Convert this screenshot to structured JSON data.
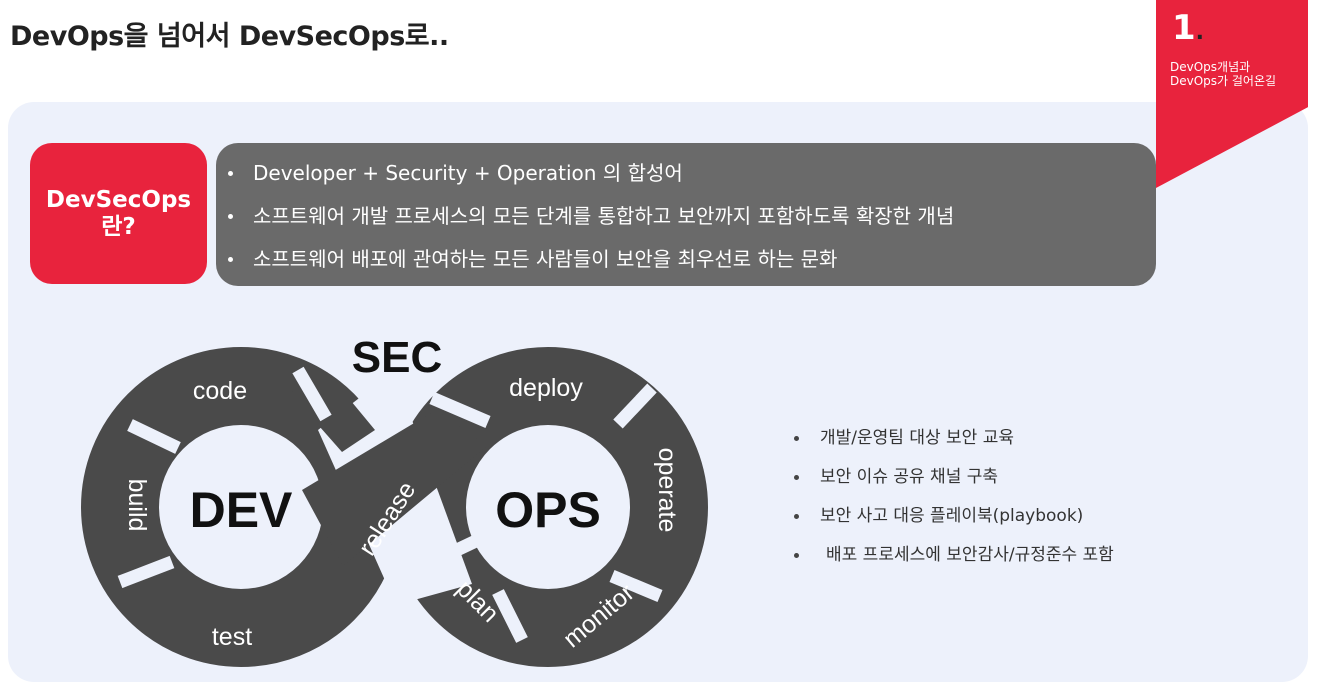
{
  "title": "DevOps을 넘어서 DevSecOps로..",
  "section": {
    "number": "1",
    "number_suffix": ".",
    "subtitle_lines": [
      "DevOps개념과",
      "DevOps가 걸어온길"
    ]
  },
  "definition": {
    "label_lines": [
      "DevSecOps",
      "란?"
    ],
    "bullets": [
      "Developer + Security + Operation 의 합성어",
      "소프트웨어 개발 프로세스의 모든 단계를 통합하고 보안까지 포함하도록 확장한 개념",
      "소프트웨어 배포에 관여하는 모든 사람들이 보안을 최우선로 하는 문화"
    ]
  },
  "diagram": {
    "center_labels": {
      "sec": "SEC",
      "dev": "DEV",
      "ops": "OPS"
    },
    "stages": {
      "code": "code",
      "build": "build",
      "test": "test",
      "release": "release",
      "deploy": "deploy",
      "operate": "operate",
      "monitor": "monitor",
      "plan": "plan"
    }
  },
  "activities": [
    "개발/운영팀 대상 보안 교육",
    "보안 이슈 공유 채널 구축",
    "보안 사고 대응 플레이북(playbook)",
    "배포 프로세스에 보안감사/규정준수 포함"
  ],
  "colors": {
    "accent": "#e8233d",
    "panel": "#edf1fb",
    "definition_box": "#6a6a6a",
    "diagram_segment": "#4a4a4a"
  }
}
